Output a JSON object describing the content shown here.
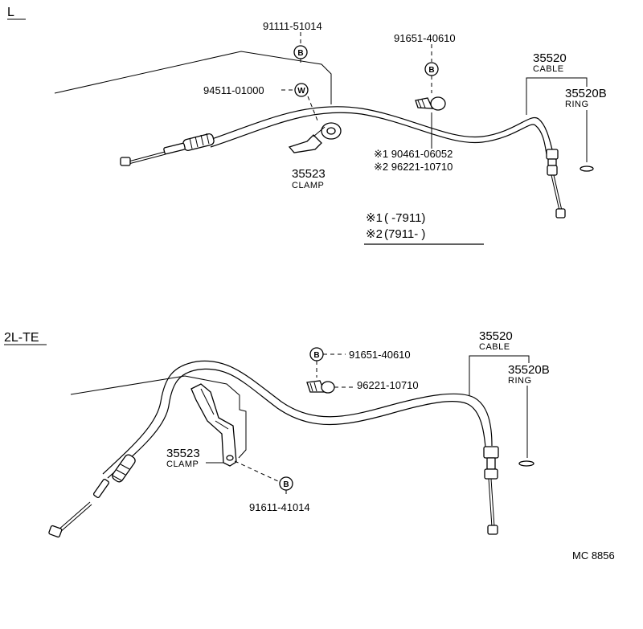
{
  "diagram": {
    "section_top": {
      "label": "L",
      "parts": {
        "bolt_91111": "91111-51014",
        "washer_94511": "94511-01000",
        "nut_91651": "91651-40610",
        "cable_num": "35520",
        "cable_name": "CABLE",
        "ring_num": "35520B",
        "ring_name": "RING",
        "clamp_num": "35523",
        "clamp_name": "CLAMP",
        "alt1": "※1 90461-06052",
        "alt2": "※2 96221-10710"
      },
      "circles": {
        "b1": "B",
        "w": "W",
        "b2": "B"
      },
      "legend": {
        "row1_mark": "※1",
        "row1_text": "(          -7911)",
        "row2_mark": "※2",
        "row2_text": "(7911-          )"
      }
    },
    "section_bottom": {
      "label": "2L-TE",
      "parts": {
        "nut_91651": "91651-40610",
        "clip_96221": "96221-10710",
        "cable_num": "35520",
        "cable_name": "CABLE",
        "ring_num": "35520B",
        "ring_name": "RING",
        "clamp_num": "35523",
        "clamp_name": "CLAMP",
        "bolt_91611": "91611-41014"
      },
      "circles": {
        "b1": "B",
        "b2": "B"
      }
    },
    "catalog_code": "MC 8856"
  }
}
